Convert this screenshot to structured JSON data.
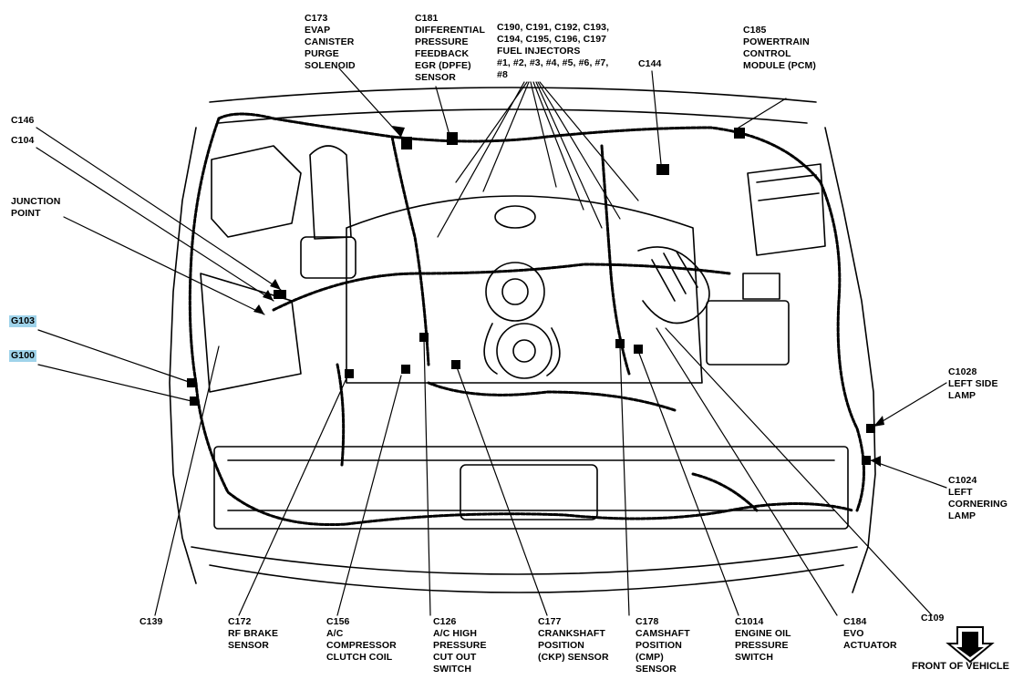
{
  "diagram": {
    "labels": {
      "c173": "C173\nEVAP\nCANISTER\nPURGE\nSOLENOID",
      "c181": "C181\nDIFFERENTIAL\nPRESSURE\nFEEDBACK\nEGR (DPFE)\nSENSOR",
      "c190": "C190, C191, C192, C193,\nC194, C195, C196, C197\nFUEL INJECTORS\n#1, #2, #3, #4, #5, #6, #7,\n#8",
      "c185": "C185\nPOWERTRAIN\nCONTROL\nMODULE (PCM)",
      "c144": "C144",
      "c146": "C146",
      "c104": "C104",
      "junction": "JUNCTION\nPOINT",
      "g103": "G103",
      "g100": "G100",
      "c1028": "C1028\nLEFT SIDE\nLAMP",
      "c1024": "C1024\nLEFT\nCORNERING\nLAMP",
      "c139": "C139",
      "c172": "C172\nRF BRAKE\nSENSOR",
      "c156": "C156\nA/C\nCOMPRESSOR\nCLUTCH COIL",
      "c126": "C126\nA/C HIGH\nPRESSURE\nCUT OUT\nSWITCH",
      "c177": "C177\nCRANKSHAFT\nPOSITION\n(CKP) SENSOR",
      "c178": "C178\nCAMSHAFT\nPOSITION\n(CMP)\nSENSOR",
      "c1014": "C1014\nENGINE OIL\nPRESSURE\nSWITCH",
      "c184": "C184\nEVO\nACTUATOR",
      "c109": "C109"
    },
    "front_of_vehicle": "FRONT OF VEHICLE"
  }
}
